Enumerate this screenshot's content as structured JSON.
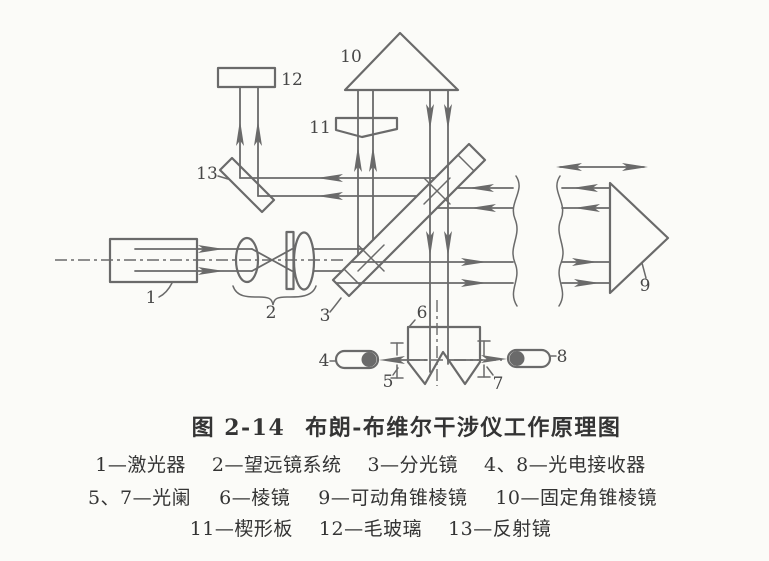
{
  "figure": {
    "fig_label": "图 2-14",
    "title": "布朗-布维尔干涉仪工作原理图",
    "legend": {
      "row1": [
        "1—激光器",
        "2—望远镜系统",
        "3—分光镜",
        "4、8—光电接收器"
      ],
      "row2": [
        "5、7—光阑",
        "6—棱镜",
        "9—可动角锥棱镜",
        "10—固定角锥棱镜"
      ],
      "row3": [
        "11—楔形板",
        "12—毛玻璃",
        "13—反射镜"
      ]
    },
    "part_labels": {
      "laser": "1",
      "telescope": "2",
      "beam_splitter": "3",
      "detector_left": "4",
      "aperture_left": "5",
      "prism": "6",
      "aperture_right": "7",
      "detector_right": "8",
      "movable_corner_cube": "9",
      "fixed_corner_cube": "10",
      "wedge_plate": "11",
      "ground_glass": "12",
      "mirror": "13"
    },
    "colors": {
      "stroke": "#6a6a6a",
      "label": "#474747",
      "text": "#343434",
      "background": "#fbfbf8"
    }
  }
}
